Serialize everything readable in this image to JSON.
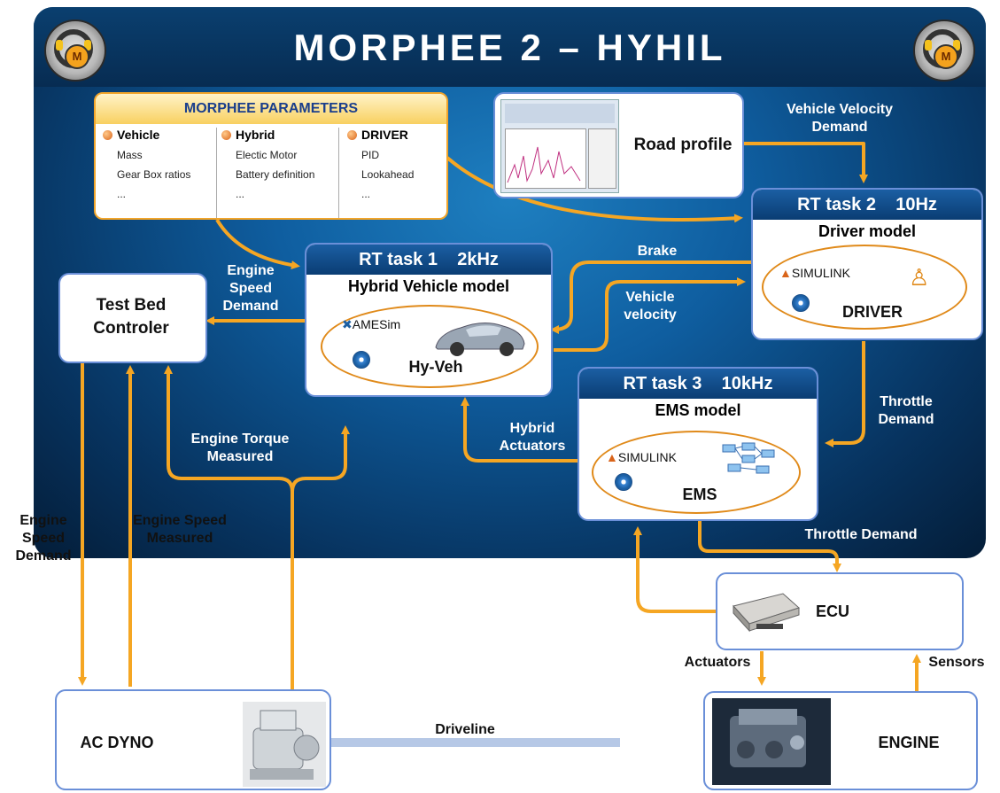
{
  "title": "MORPHEE 2 – HYHIL",
  "logo_letter": "M",
  "parameters": {
    "header": "MORPHEE PARAMETERS",
    "columns": [
      {
        "title": "Vehicle",
        "items": [
          "Mass",
          "Gear Box ratios",
          "..."
        ]
      },
      {
        "title": "Hybrid",
        "items": [
          "Electic Motor",
          "Battery definition",
          "..."
        ]
      },
      {
        "title": "DRIVER",
        "items": [
          "PID",
          "Lookahead",
          "..."
        ]
      }
    ]
  },
  "road_profile": "Road profile",
  "rt1": {
    "task": "RT task 1",
    "freq": "2kHz",
    "model": "Hybrid Vehicle model",
    "tool": "AMESim",
    "name": "Hy-Veh"
  },
  "rt2": {
    "task": "RT task 2",
    "freq": "10Hz",
    "model": "Driver model",
    "tool": "SIMULINK",
    "name": "DRIVER"
  },
  "rt3": {
    "task": "RT task 3",
    "freq": "10kHz",
    "model": "EMS model",
    "tool": "SIMULINK",
    "name": "EMS"
  },
  "test_bed": "Test Bed Controler",
  "ecu": "ECU",
  "ac_dyno": "AC DYNO",
  "engine": "ENGINE",
  "labels": {
    "vehicle_velocity_demand": "Vehicle Velocity Demand",
    "brake": "Brake",
    "vehicle_velocity": "Vehicle velocity",
    "engine_speed_demand_top": "Engine Speed Demand",
    "engine_torque_measured": "Engine Torque Measured",
    "hybrid_actuators": "Hybrid Actuators",
    "throttle_demand_right": "Throttle Demand",
    "throttle_demand_bottom": "Throttle Demand",
    "engine_speed_demand_left": "Engine Speed Demand",
    "engine_speed_measured": "Engine Speed Measured",
    "actuators": "Actuators",
    "sensors": "Sensors",
    "driveline": "Driveline"
  },
  "colors": {
    "arrow": "#f5a623",
    "box_border": "#6a8fd8",
    "header_blue": "#0a3d73"
  }
}
